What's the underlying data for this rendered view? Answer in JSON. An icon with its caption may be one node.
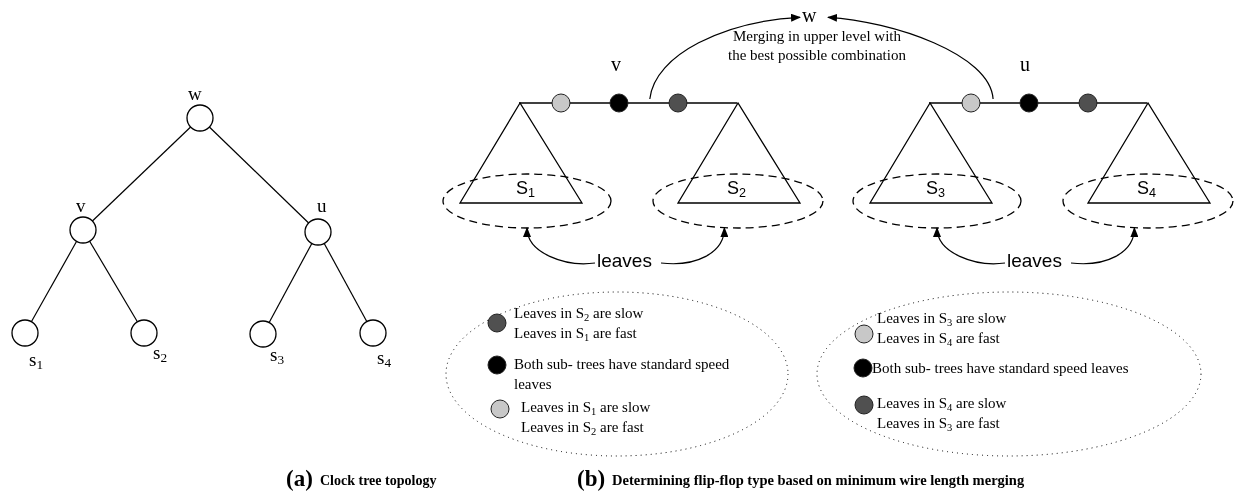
{
  "diagram": {
    "nodes": [
      {
        "text": [
          "w"
        ]
      },
      {
        "text": [
          "v"
        ]
      },
      {
        "text": [
          "u"
        ]
      },
      {
        "text": [
          "s$_{1}$"
        ]
      },
      {
        "text": [
          "s$_{2}$"
        ]
      },
      {
        "text": [
          "s$_{3}$"
        ]
      },
      {
        "text": [
          "s$_{4}$"
        ]
      },
      {
        "text": [
          "w"
        ]
      },
      {
        "text": [],
        "shape": "triangle"
      },
      {
        "text": [],
        "shape": "triangle"
      },
      {
        "text": [],
        "shape": "triangle"
      },
      {
        "text": [],
        "shape": "triangle"
      },
      {
        "text": [
          "S$_{1}$"
        ]
      },
      {
        "text": [
          "S$_{2}$"
        ]
      },
      {
        "text": [
          "S$_{3}$"
        ]
      },
      {
        "text": [
          "S$_{4}$"
        ]
      },
      {
        "text": [
          "leaves"
        ]
      },
      {
        "text": [
          "leaves"
        ]
      },
      {
        "text": [
          "v"
        ]
      },
      {
        "text": [
          "u"
        ]
      }
    ],
    "edges": [
      {
        "from": 0,
        "to": 1,
        "arrow": "none"
      },
      {
        "from": 0,
        "to": 2,
        "arrow": "none"
      },
      {
        "from": 1,
        "to": 3,
        "arrow": "none"
      },
      {
        "from": 1,
        "to": 4,
        "arrow": "none"
      },
      {
        "from": 2,
        "to": 5,
        "arrow": "none"
      },
      {
        "from": 2,
        "to": 6,
        "arrow": "none"
      },
      {
        "from": 18,
        "to": 7,
        "arrow": "to"
      },
      {
        "from": 19,
        "to": 7,
        "arrow": "to"
      },
      {
        "from": 16,
        "to": 12,
        "arrow": "to"
      },
      {
        "from": 16,
        "to": 13,
        "arrow": "to"
      },
      {
        "from": 17,
        "to": 14,
        "arrow": "to"
      },
      {
        "from": 17,
        "to": 15,
        "arrow": "to"
      }
    ],
    "labels": [
      "Merging in upper level with the best possible combination",
      "(a)",
      "Clock tree topology",
      "(b)",
      "Determining flip-flop type based on minimum wire length merging"
    ],
    "legend": [
      {
        "text": "Leaves in S$_{2}$ are slow Leaves in S$_{1}$ are fast",
        "color": "#505050"
      },
      {
        "text": "Both sub- trees have standard speed leaves",
        "color": "#000000"
      },
      {
        "text": "Leaves in S$_{1}$ are slow Leaves in S$_{2}$ are fast",
        "color": "#c8c8c8"
      },
      {
        "text": "Leaves in S$_{3}$ are slow Leaves in S$_{4}$ are fast",
        "color": "#c8c8c8"
      },
      {
        "text": "Both sub- trees have standard speed leaves",
        "color": "#000000"
      },
      {
        "text": "Leaves in S$_{4}$ are slow Leaves in S$_{3}$ are fast",
        "color": "#505050"
      }
    ]
  }
}
